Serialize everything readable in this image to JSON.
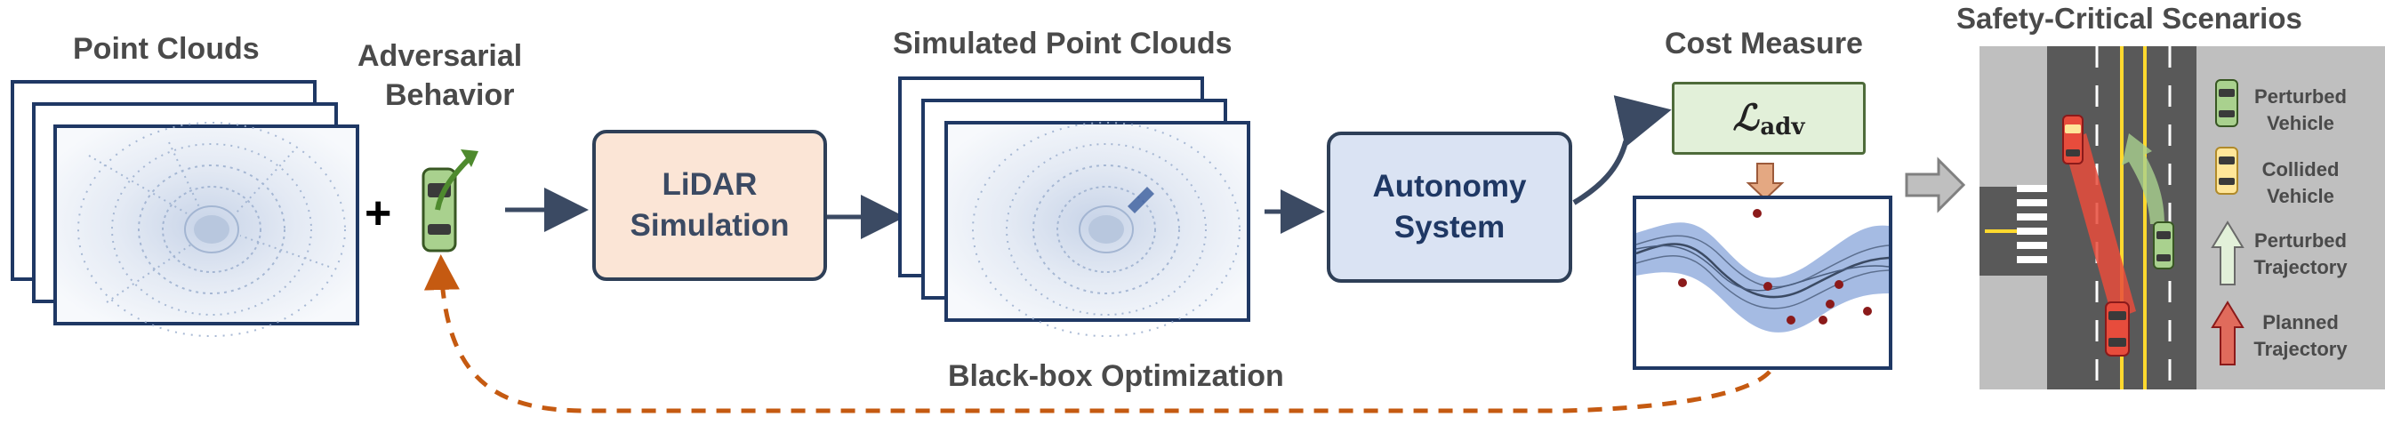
{
  "labels": {
    "point_clouds": "Point Clouds",
    "adversarial_behavior_1": "Adversarial",
    "adversarial_behavior_2": "Behavior",
    "plus": "+",
    "simulated_point_clouds": "Simulated Point Clouds",
    "cost_measure": "Cost Measure",
    "safety_critical": "Safety-Critical Scenarios",
    "black_box": "Black-box Optimization"
  },
  "boxes": {
    "lidar_line1": "LiDAR",
    "lidar_line2": "Simulation",
    "autonomy_line1": "Autonomy",
    "autonomy_line2": "System",
    "loss_symbol": "ℒ",
    "loss_subscript": "adv"
  },
  "legend": {
    "perturbed_vehicle": [
      "Perturbed",
      "Vehicle"
    ],
    "collided_vehicle": [
      "Collided",
      "Vehicle"
    ],
    "perturbed_trajectory": [
      "Perturbed",
      "Trajectory"
    ],
    "planned_trajectory": [
      "Planned",
      "Trajectory"
    ]
  },
  "colors": {
    "frame": "#1f3864",
    "lidar_fill": "#fbe5d6",
    "lidar_border": "#2e3f57",
    "autonomy_fill": "#dae3f3",
    "loss_fill": "#e2f0d9",
    "loss_border": "#4e6b3a",
    "arrow": "#3b4a63",
    "dashed": "#c55a11",
    "gp_fill": "#8faadc",
    "points": "#8b1a1a",
    "road": "#595959",
    "lane_yellow": "#ffd92e",
    "perturbed_green": "#a9d18e",
    "collided_yellow": "#ffe699",
    "planned_red": "#e74c3c",
    "big_arrow": "#bfbfbf"
  }
}
